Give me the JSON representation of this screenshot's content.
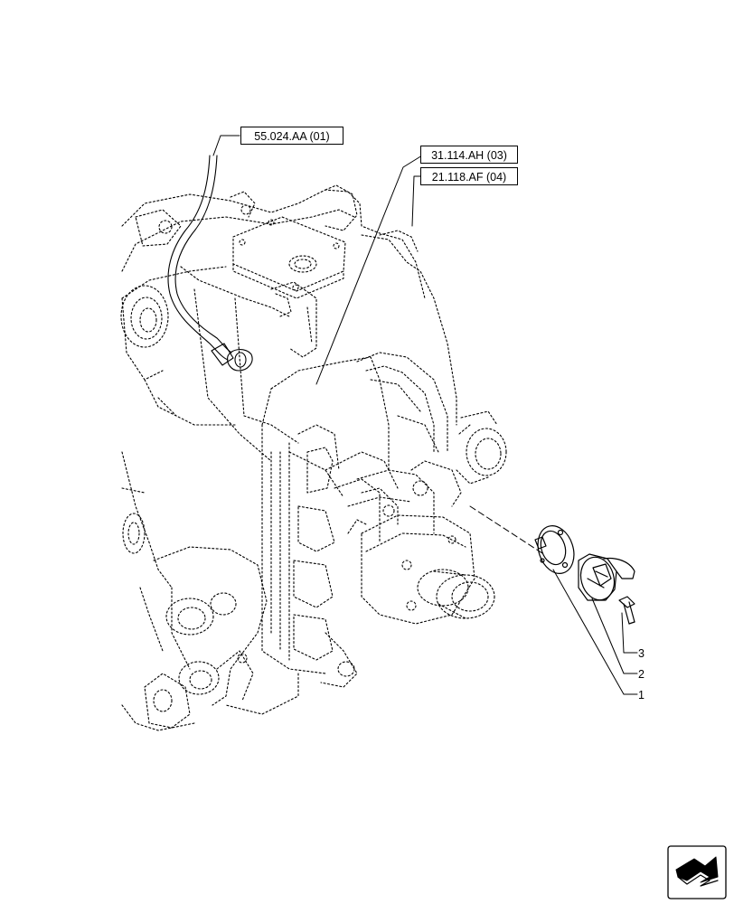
{
  "references": [
    {
      "id": "ref-55024",
      "label": "55.024.AA (01)"
    },
    {
      "id": "ref-31114",
      "label": "31.114.AH (03)"
    },
    {
      "id": "ref-21118",
      "label": "21.118.AF (04)"
    }
  ],
  "callouts": [
    {
      "id": "callout-1",
      "label": "1"
    },
    {
      "id": "callout-2",
      "label": "2"
    },
    {
      "id": "callout-3",
      "label": "3"
    }
  ],
  "icons": {
    "nav": "next-page-arrow-icon"
  }
}
